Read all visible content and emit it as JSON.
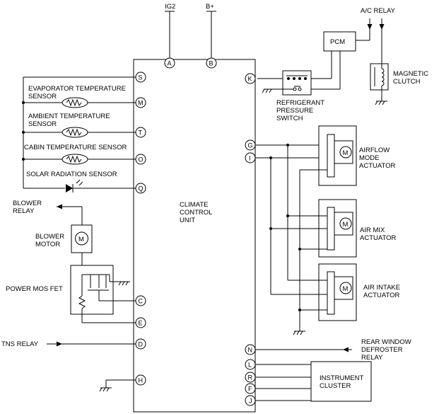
{
  "supplies": {
    "ig2": "IG2",
    "b_plus": "B+",
    "ac_relay": "A/C RELAY"
  },
  "modules": {
    "pcm": "PCM",
    "magnetic_clutch": [
      "MAGNETIC",
      "CLUTCH"
    ],
    "refrigerant_switch": [
      "REFRIGERANT",
      "PRESSURE",
      "SWITCH"
    ],
    "climate_unit": [
      "CLIMATE",
      "CONTROL",
      "UNIT"
    ],
    "instrument_cluster": [
      "INSTRUMENT",
      "CLUSTER"
    ]
  },
  "sensors": {
    "evaporator": [
      "EVAPORATOR TEMPERATURE",
      "SENSOR"
    ],
    "ambient": [
      "AMBIENT TEMPERATURE",
      "SENSOR"
    ],
    "cabin": "CABIN TEMPERATURE SENSOR",
    "solar": "SOLAR RADIATION SENSOR"
  },
  "blower": {
    "relay": [
      "BLOWER",
      "RELAY"
    ],
    "motor": [
      "BLOWER",
      "MOTOR"
    ],
    "motor_symbol": "M",
    "mosfet": "POWER MOS FET"
  },
  "actuators": {
    "airflow": [
      "AIRFLOW",
      "MODE",
      "ACTUATOR"
    ],
    "airmix": [
      "AIR MIX",
      "ACTUATOR"
    ],
    "intake": [
      "AIR INTAKE",
      "ACTUATOR"
    ],
    "motor_symbol": "M"
  },
  "relays": {
    "tns": "TNS RELAY",
    "rear_defroster": [
      "REAR WINDOW",
      "DEFROSTER",
      "RELAY"
    ]
  },
  "pins": {
    "A": "A",
    "B": "B",
    "S": "S",
    "M": "M",
    "T": "T",
    "O": "O",
    "Q": "Q",
    "K": "K",
    "G": "G",
    "I": "I",
    "C": "C",
    "E": "E",
    "D": "D",
    "N": "N",
    "L": "L",
    "R": "R",
    "F": "F",
    "J": "J",
    "H": "H"
  }
}
